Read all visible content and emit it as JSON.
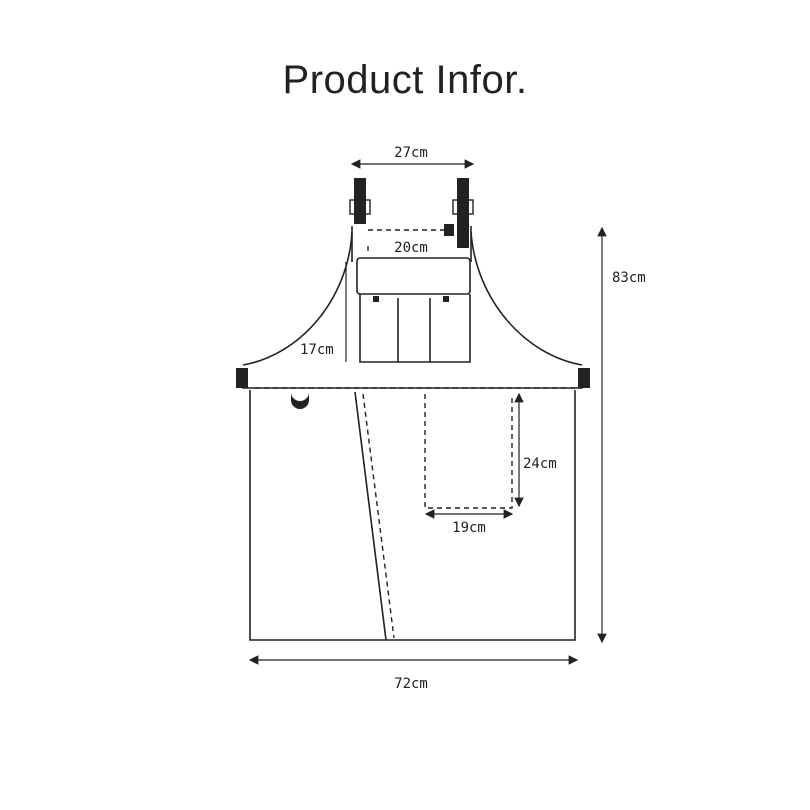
{
  "title": "Product Infor.",
  "dimensions": {
    "top_width": "27cm",
    "bib_pocket_width": "20cm",
    "bib_height": "17cm",
    "total_height": "83cm",
    "pocket_height": "24cm",
    "pocket_width": "19cm",
    "bottom_width": "72cm"
  },
  "colors": {
    "line": "#222222",
    "strap": "#222222",
    "background": "#ffffff"
  }
}
